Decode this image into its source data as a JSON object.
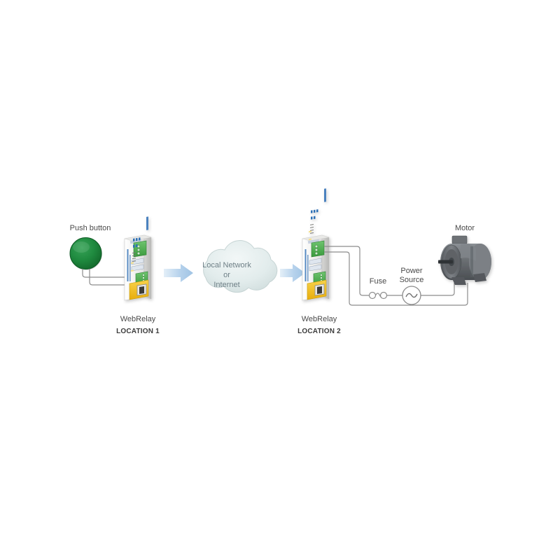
{
  "diagram": {
    "title": "WebRelay remote push button to motor control diagram",
    "labels": {
      "push_button": "Push button",
      "motor": "Motor",
      "fuse": "Fuse",
      "power_source_line1": "Power",
      "power_source_line2": "Source",
      "webrelay_1_name": "WebRelay",
      "webrelay_1_location": "LOCATION 1",
      "webrelay_2_name": "WebRelay",
      "webrelay_2_location": "LOCATION 2",
      "cloud_line1": "Local Network",
      "cloud_line2": "or",
      "cloud_line3": "Internet"
    },
    "colors": {
      "background": "#ffffff",
      "button_green": "#1f8a3f",
      "button_green_dark": "#14682d",
      "wire_gray": "#8c8c8c",
      "arrow_blue": "#a9c9e8",
      "cloud_fill": "#dfe8e8",
      "cloud_stroke": "#cdd9d9",
      "cloud_text": "#6e7f86",
      "label_text": "#4a4a4a",
      "motor_body": "#6b6f73",
      "motor_dark": "#4e5256",
      "motor_light": "#8e9297",
      "device_case": "#f2f2f0",
      "device_terminal_green": "#4caf4f",
      "device_yellow": "#f2c11c",
      "device_blue_text": "#2f6fb5"
    },
    "icons": {
      "push_button": "push-button-icon",
      "motor": "motor-icon",
      "fuse": "fuse-symbol-icon",
      "power_source": "ac-source-symbol-icon",
      "cloud": "cloud-icon",
      "arrow": "arrow-right-icon",
      "device": "webrelay-device-icon",
      "ethernet": "ethernet-jack-icon"
    }
  }
}
